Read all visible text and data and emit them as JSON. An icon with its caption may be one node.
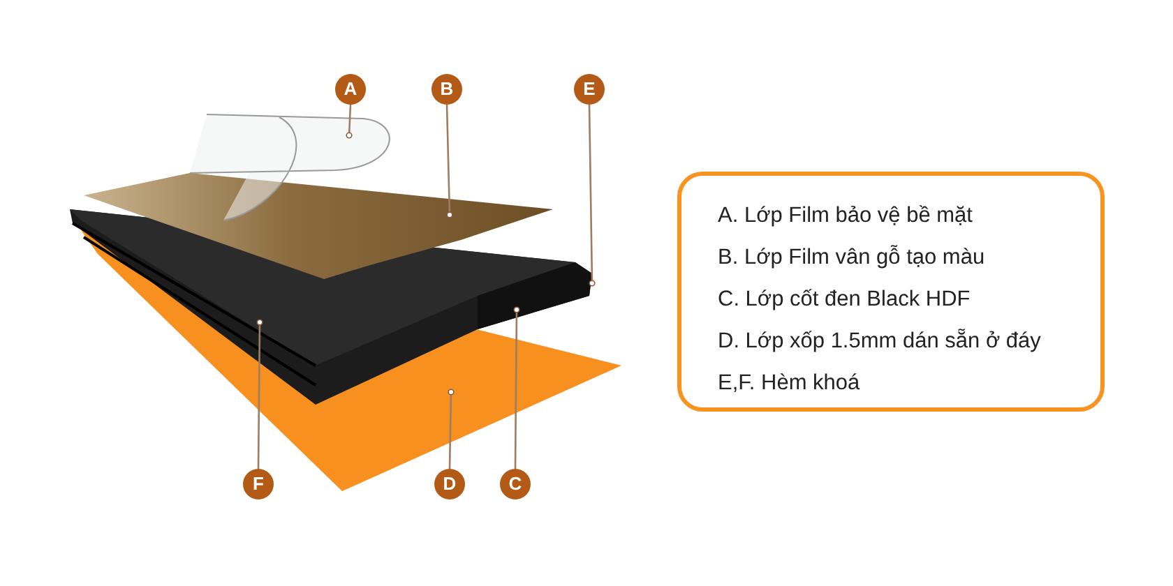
{
  "diagram": {
    "nodes": [
      {
        "text": [
          "A"
        ]
      },
      {
        "text": [
          "B"
        ]
      },
      {
        "text": [
          "E"
        ]
      },
      {
        "text": [
          "F"
        ]
      },
      {
        "text": [
          "D"
        ]
      },
      {
        "text": [
          "C"
        ]
      },
      {
        "text": [
          "A. Lớp Film bảo vệ bề mặt",
          "B. Lớp Film vân gỗ tạo màu",
          "C. Lớp cốt đen Black HDF",
          "D. Lớp xốp 1.5mm dán sẵn ở đáy",
          "E,F. Hèm khoá"
        ]
      }
    ],
    "edges": [
      {
        "from": 0,
        "to": null,
        "arrow": "other"
      },
      {
        "from": 1,
        "to": null,
        "arrow": "other"
      },
      {
        "from": 2,
        "to": null,
        "arrow": "other"
      },
      {
        "from": 3,
        "to": null,
        "arrow": "other"
      },
      {
        "from": 4,
        "to": null,
        "arrow": "other"
      },
      {
        "from": 5,
        "to": null,
        "arrow": "other"
      }
    ]
  }
}
